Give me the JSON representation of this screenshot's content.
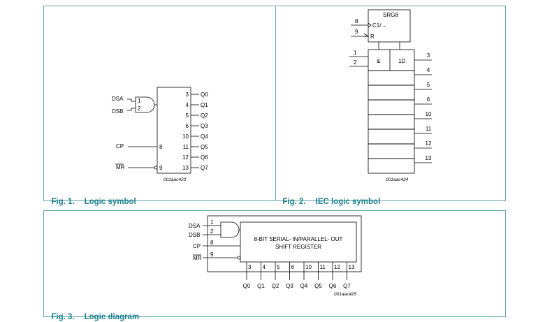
{
  "fig1": {
    "caption_num": "Fig. 1.",
    "caption_title": "Logic symbol",
    "inputs": {
      "dsa": "DSA",
      "dsb": "DSB",
      "cp": "CP",
      "mr": "MR"
    },
    "gate_pins": [
      "1",
      "2"
    ],
    "input_pins": {
      "cp": "8",
      "mr": "9"
    },
    "output_pins": [
      "3",
      "4",
      "5",
      "6",
      "10",
      "11",
      "12",
      "13"
    ],
    "output_labels": [
      "Q0",
      "Q1",
      "Q2",
      "Q3",
      "Q4",
      "Q5",
      "Q6",
      "Q7"
    ],
    "code": "001aac423"
  },
  "fig2": {
    "caption_num": "Fig. 2.",
    "caption_title": "IEC logic symbol",
    "title": "SRG8",
    "clock_label": "C1/→",
    "reset_label": "R",
    "clock_pin": "8",
    "reset_pin": "9",
    "in_pins": [
      "1",
      "2"
    ],
    "and_label": "&",
    "d_label": "1D",
    "output_pins": [
      "3",
      "4",
      "5",
      "6",
      "10",
      "11",
      "12",
      "13"
    ],
    "code": "001aac424"
  },
  "fig3": {
    "caption_num": "Fig. 3.",
    "caption_title": "Logic diagram",
    "inputs": {
      "dsa": "DSA",
      "dsb": "DSB",
      "cp": "CP",
      "mr": "MR"
    },
    "pins": {
      "dsa": "1",
      "dsb": "2",
      "cp": "8",
      "mr": "9"
    },
    "register_line1": "8-BIT SERIAL- IN/PARALLEL- OUT",
    "register_line2": "SHIFT REGISTER",
    "output_pins": [
      "3",
      "4",
      "5",
      "6",
      "10",
      "11",
      "12",
      "13"
    ],
    "output_labels": [
      "Q0",
      "Q1",
      "Q2",
      "Q3",
      "Q4",
      "Q5",
      "Q6",
      "Q7"
    ],
    "code": "001aac425"
  }
}
